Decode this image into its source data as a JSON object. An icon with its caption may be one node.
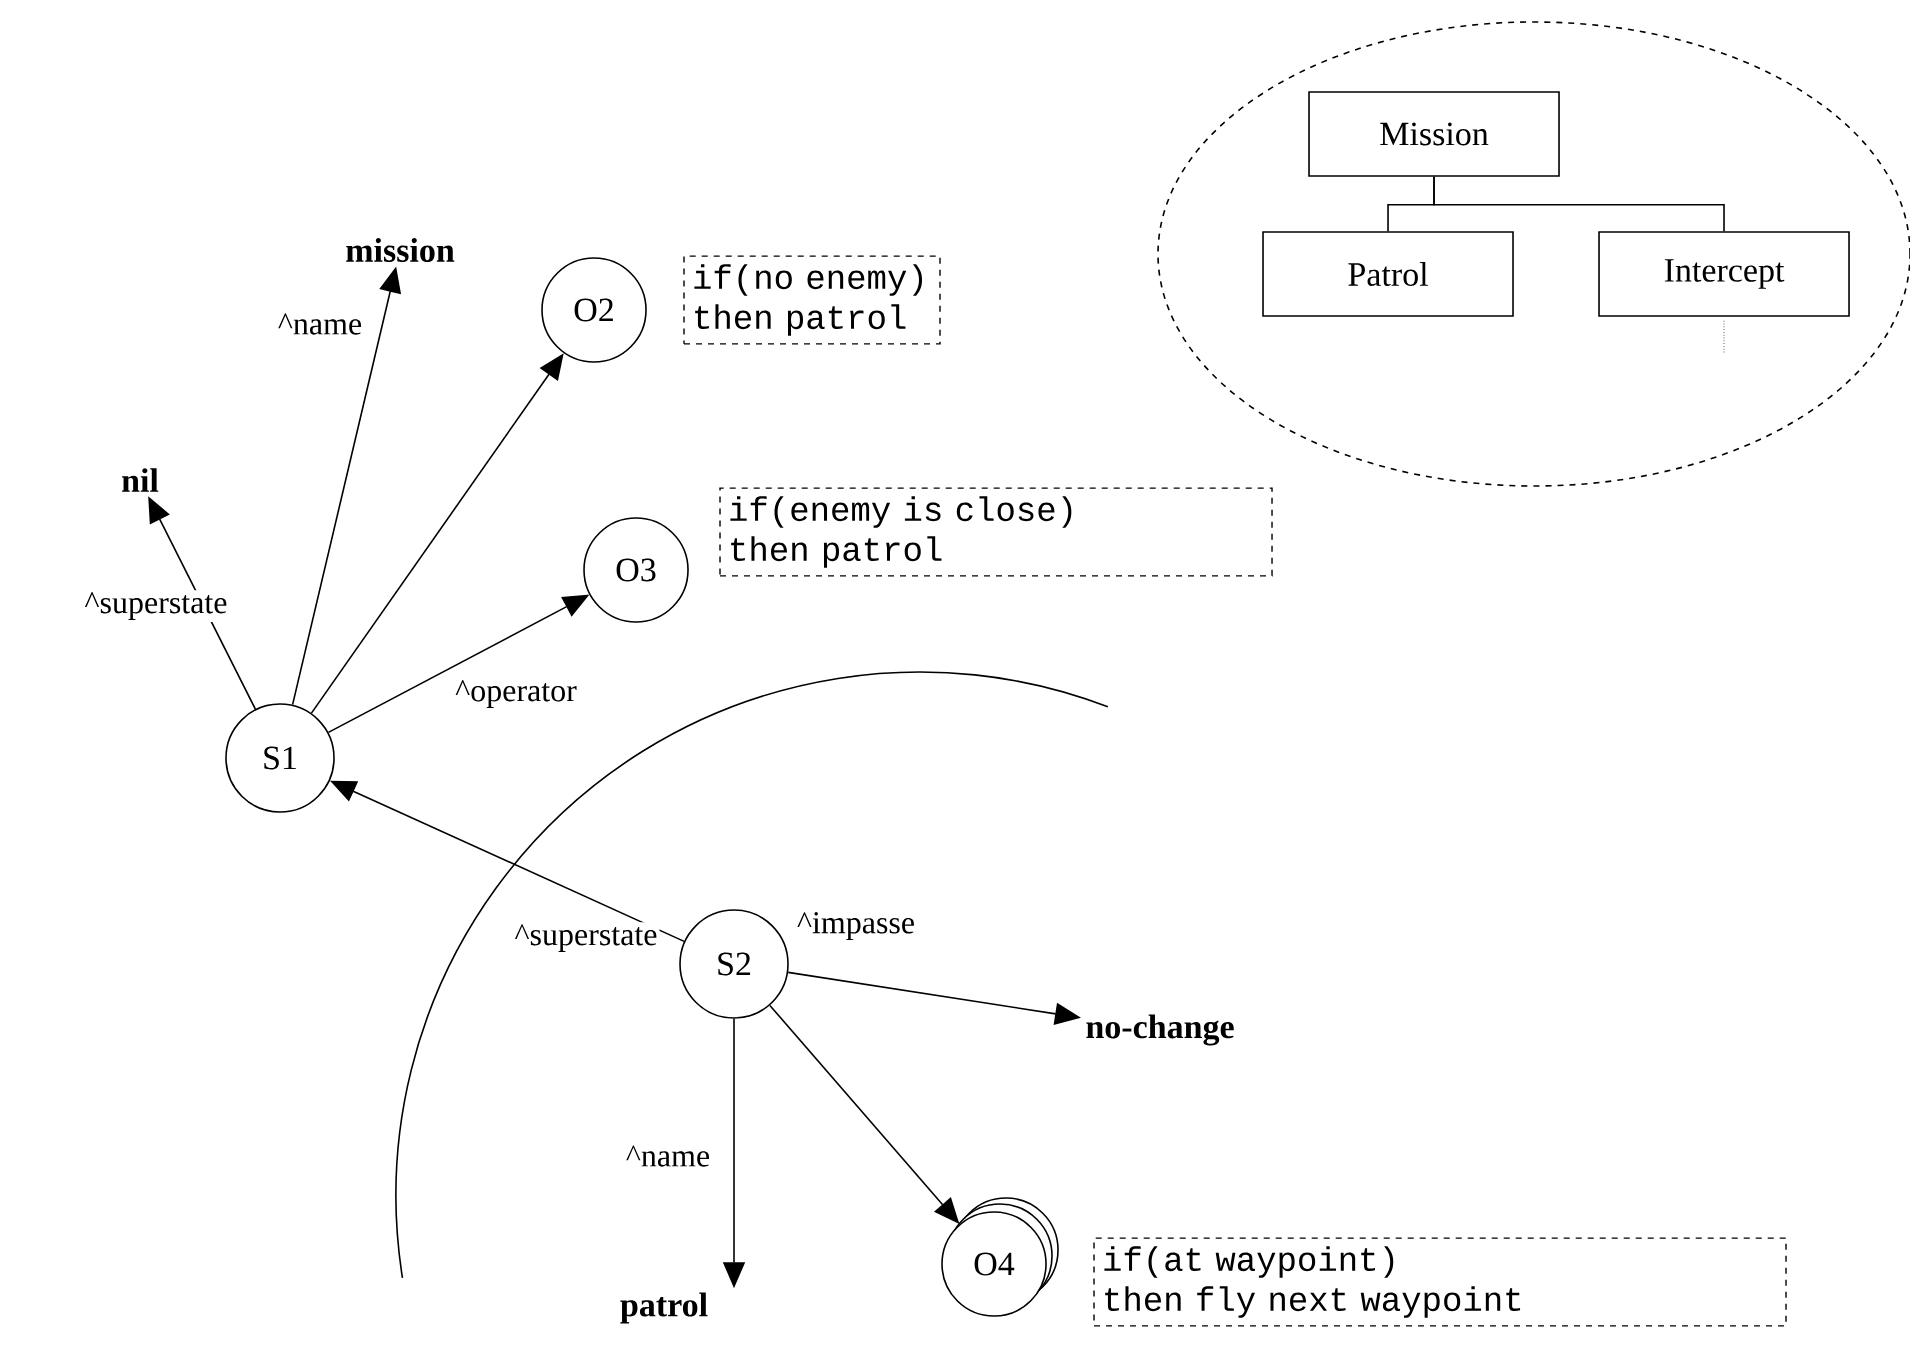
{
  "diagram": {
    "nodes": [
      {
        "text": [
          "S1"
        ]
      },
      {
        "text": [
          "nil"
        ]
      },
      {
        "text": [
          "mission"
        ]
      },
      {
        "text": [
          "O2"
        ]
      },
      {
        "text": [
          "if(no enemy)",
          "then patrol"
        ]
      },
      {
        "text": [
          "O3"
        ]
      },
      {
        "text": [
          "if(enemy is close)",
          "then patrol"
        ]
      },
      {
        "text": [
          "S2"
        ]
      },
      {
        "text": [
          "no-change"
        ]
      },
      {
        "text": [
          "patrol"
        ]
      },
      {
        "text": [
          "O4"
        ]
      },
      {
        "text": [
          "if(at waypoint)",
          "then fly next waypoint"
        ]
      },
      {
        "text": [],
        "shape": "ellipse"
      },
      {
        "text": [
          "Mission"
        ],
        "in": 12
      },
      {
        "text": [
          "Patrol"
        ],
        "in": 12
      },
      {
        "text": [
          "Intercept"
        ],
        "in": 12
      }
    ],
    "edges": [
      {
        "from": 0,
        "to": 1,
        "arrow": "to",
        "label": "^superstate"
      },
      {
        "from": 0,
        "to": 2,
        "arrow": "to",
        "label": "^name"
      },
      {
        "from": 0,
        "to": 3,
        "arrow": "to"
      },
      {
        "from": 0,
        "to": 5,
        "arrow": "to",
        "label": "^operator"
      },
      {
        "from": 7,
        "to": 0,
        "arrow": "to",
        "label": "^superstate"
      },
      {
        "from": 7,
        "to": 8,
        "arrow": "to",
        "label": "^impasse"
      },
      {
        "from": 7,
        "to": 9,
        "arrow": "to",
        "label": "^name"
      },
      {
        "from": 7,
        "to": 10,
        "arrow": "to"
      },
      {
        "from": 13,
        "to": 14,
        "arrow": "none"
      },
      {
        "from": 13,
        "to": 15,
        "arrow": "none"
      }
    ]
  }
}
